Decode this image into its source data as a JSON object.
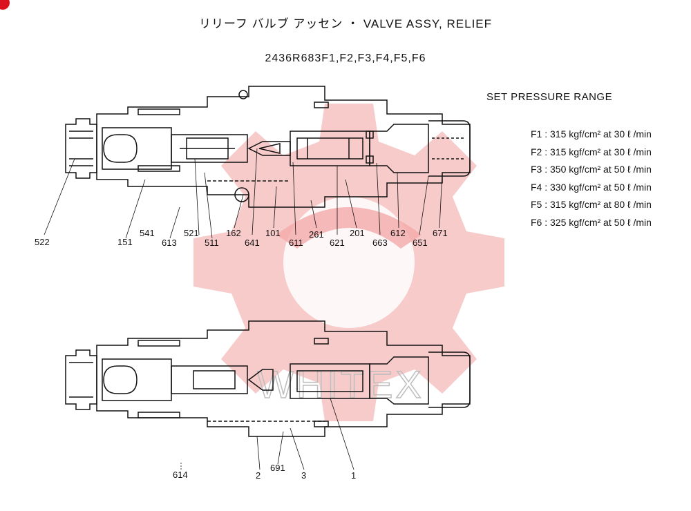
{
  "header": {
    "title": "リリーフ バルブ アッセン ・ VALVE ASSY, RELIEF",
    "part_numbers": "2436R683F1,F2,F3,F4,F5,F6"
  },
  "pressure_range": {
    "heading": "SET PRESSURE RANGE",
    "rows": [
      {
        "code": "F1 :",
        "value": "315 kgf/cm² at 30 ℓ /min"
      },
      {
        "code": "F2 :",
        "value": "315 kgf/cm² at 30 ℓ /min"
      },
      {
        "code": "F3 :",
        "value": "350 kgf/cm² at 50 ℓ /min"
      },
      {
        "code": "F4 :",
        "value": "330 kgf/cm² at 50 ℓ /min"
      },
      {
        "code": "F5 :",
        "value": "315 kgf/cm² at 80 ℓ /min"
      },
      {
        "code": "F6 :",
        "value": "325 kgf/cm² at 50 ℓ /min"
      }
    ]
  },
  "callouts_top": [
    "522",
    "151",
    "541",
    "613",
    "521",
    "511",
    "162",
    "641",
    "101",
    "611",
    "261",
    "621",
    "201",
    "663",
    "612",
    "651",
    "671"
  ],
  "callouts_bottom": [
    "614",
    "2",
    "691",
    "3",
    "1"
  ],
  "watermark": {
    "text": "WHITEX",
    "color": "#f28a8a"
  },
  "colors": {
    "ink": "#111111",
    "badge": "#d9141e",
    "watermark": "#f6b4b4"
  }
}
